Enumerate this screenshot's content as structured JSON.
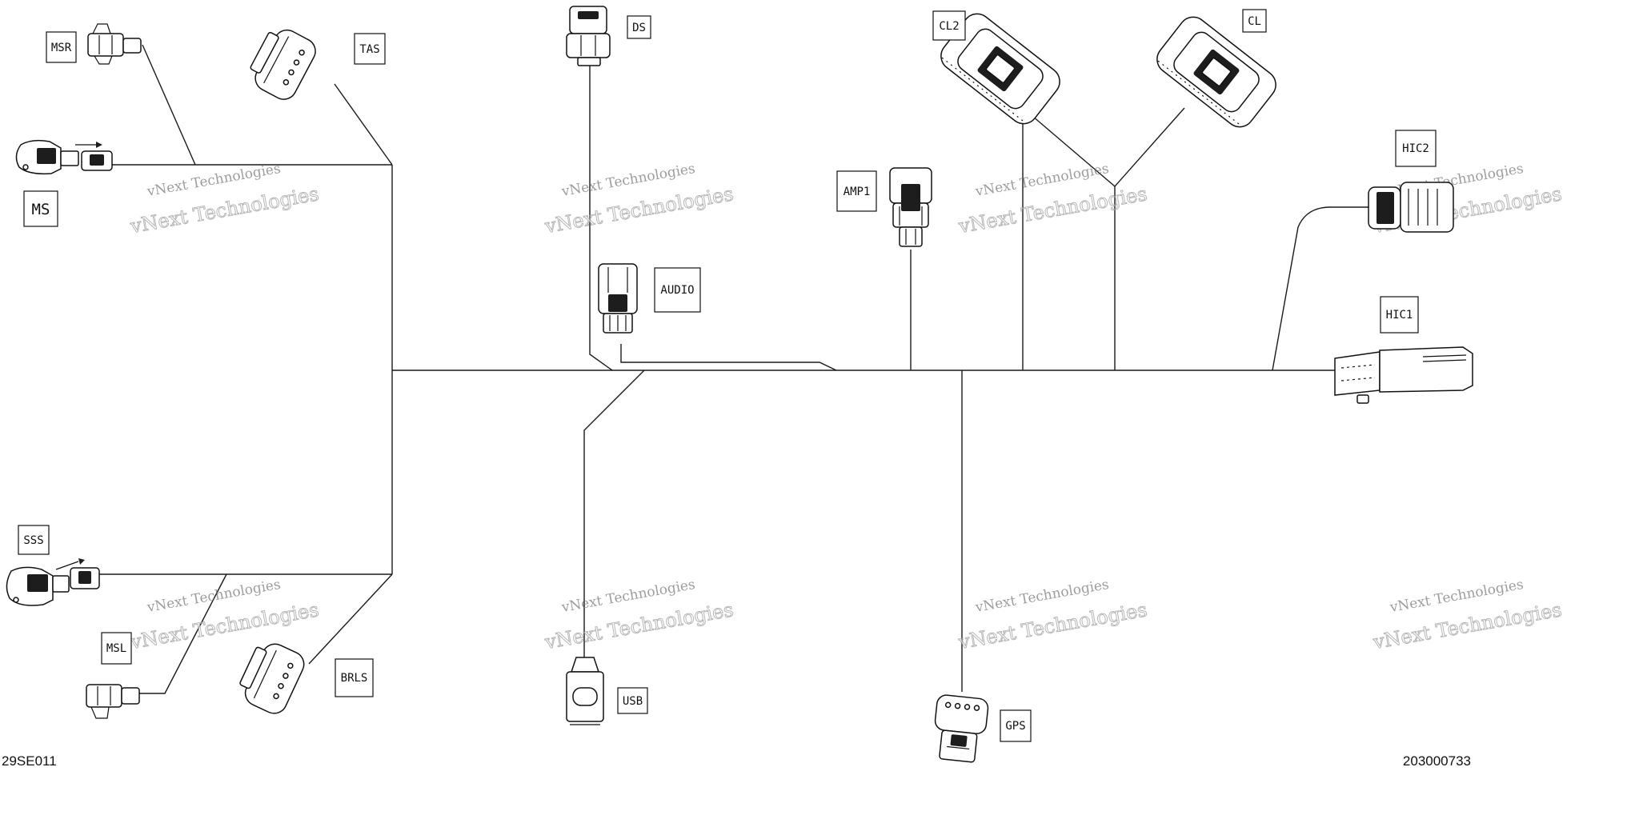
{
  "labels": {
    "msr": "MSR",
    "tas": "TAS",
    "ds": "DS",
    "cl2": "CL2",
    "cl": "CL",
    "ms": "MS",
    "amp1": "AMP1",
    "hic2": "HIC2",
    "audio": "AUDIO",
    "hic1": "HIC1",
    "sss": "SSS",
    "msl": "MSL",
    "brls": "BRLS",
    "usb": "USB",
    "gps": "GPS"
  },
  "footer": {
    "left_code": "29SE011",
    "right_code": "203000733"
  },
  "watermark": {
    "line1": "vNext Technologies",
    "line2": "vNext Technologies"
  }
}
